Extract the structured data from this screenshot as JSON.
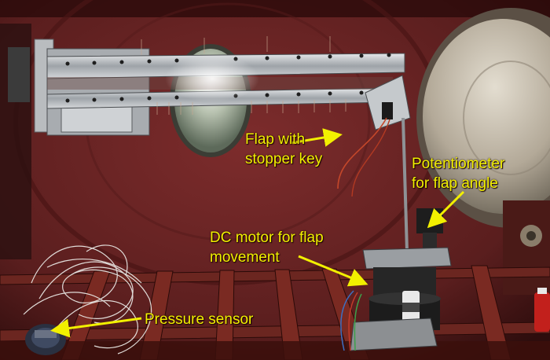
{
  "labels": {
    "flap": [
      "Flap with",
      "stopper key"
    ],
    "potentiometer": [
      "Potentiometer",
      "for flap angle"
    ],
    "motor": [
      "DC motor for flap",
      "movement"
    ],
    "pressure": [
      "Pressure sensor"
    ]
  },
  "colors": {
    "label_text": "#f2f000",
    "arrow": "#f2f000",
    "tunnel_wall": "#6a2424",
    "frame_rails": "#7a2a22",
    "aluminium": "#c9cccf"
  }
}
